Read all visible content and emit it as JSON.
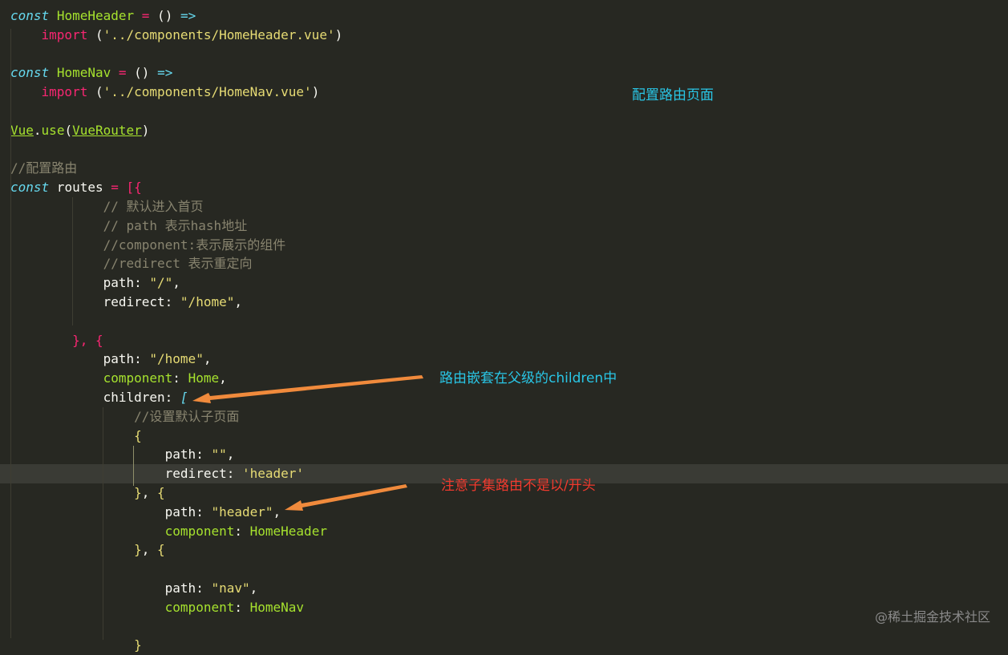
{
  "editor": {
    "lines": [
      [
        {
          "c": "kw-it",
          "t": "const"
        },
        {
          "c": "id",
          "t": " "
        },
        {
          "c": "fn",
          "t": "HomeHeader"
        },
        {
          "c": "id",
          "t": " "
        },
        {
          "c": "op",
          "t": "="
        },
        {
          "c": "id",
          "t": " () "
        },
        {
          "c": "kw-it",
          "t": "=>"
        }
      ],
      [
        {
          "c": "id",
          "t": "    "
        },
        {
          "c": "imp",
          "t": "import"
        },
        {
          "c": "id",
          "t": " ("
        },
        {
          "c": "str",
          "t": "'../components/HomeHeader.vue'"
        },
        {
          "c": "id",
          "t": ")"
        }
      ],
      [],
      [
        {
          "c": "kw-it",
          "t": "const"
        },
        {
          "c": "id",
          "t": " "
        },
        {
          "c": "fn",
          "t": "HomeNav"
        },
        {
          "c": "id",
          "t": " "
        },
        {
          "c": "op",
          "t": "="
        },
        {
          "c": "id",
          "t": " () "
        },
        {
          "c": "kw-it",
          "t": "=>"
        }
      ],
      [
        {
          "c": "id",
          "t": "    "
        },
        {
          "c": "imp",
          "t": "import"
        },
        {
          "c": "id",
          "t": " ("
        },
        {
          "c": "str",
          "t": "'../components/HomeNav.vue'"
        },
        {
          "c": "id",
          "t": ")"
        }
      ],
      [],
      [
        {
          "c": "fn ul",
          "t": "Vue"
        },
        {
          "c": "id",
          "t": "."
        },
        {
          "c": "fn",
          "t": "use"
        },
        {
          "c": "id",
          "t": "("
        },
        {
          "c": "fn ul",
          "t": "VueRouter"
        },
        {
          "c": "id",
          "t": ")"
        }
      ],
      [],
      [
        {
          "c": "cm",
          "t": "//配置路由"
        }
      ],
      [
        {
          "c": "kw-it",
          "t": "const"
        },
        {
          "c": "id",
          "t": " routes "
        },
        {
          "c": "op",
          "t": "="
        },
        {
          "c": "id",
          "t": " "
        },
        {
          "c": "op",
          "t": "[{"
        }
      ],
      [
        {
          "c": "cm",
          "t": "            // 默认进入首页"
        }
      ],
      [
        {
          "c": "cm",
          "t": "            // path 表示hash地址"
        }
      ],
      [
        {
          "c": "cm",
          "t": "            //component:表示展示的组件"
        }
      ],
      [
        {
          "c": "cm",
          "t": "            //redirect 表示重定向"
        }
      ],
      [
        {
          "c": "prop",
          "t": "            path: "
        },
        {
          "c": "str",
          "t": "\"/\""
        },
        {
          "c": "id",
          "t": ","
        }
      ],
      [
        {
          "c": "prop",
          "t": "            redirect: "
        },
        {
          "c": "str",
          "t": "\"/home\""
        },
        {
          "c": "id",
          "t": ","
        }
      ],
      [],
      [
        {
          "c": "op",
          "t": "        }, {"
        }
      ],
      [
        {
          "c": "prop",
          "t": "            path: "
        },
        {
          "c": "str",
          "t": "\"/home\""
        },
        {
          "c": "id",
          "t": ","
        }
      ],
      [
        {
          "c": "prop-g",
          "t": "            component"
        },
        {
          "c": "id",
          "t": ": "
        },
        {
          "c": "fn",
          "t": "Home"
        },
        {
          "c": "id",
          "t": ","
        }
      ],
      [
        {
          "c": "prop",
          "t": "            children: "
        },
        {
          "c": "kw-it",
          "t": "["
        }
      ],
      [
        {
          "c": "cm",
          "t": "                //设置默认子页面"
        }
      ],
      [
        {
          "c": "str",
          "t": "                {"
        }
      ],
      [
        {
          "c": "prop",
          "t": "                    path: "
        },
        {
          "c": "str",
          "t": "\"\""
        },
        {
          "c": "id",
          "t": ","
        }
      ],
      [
        {
          "c": "prop",
          "t": "                    redirect: "
        },
        {
          "c": "str",
          "t": "'header'"
        }
      ],
      [
        {
          "c": "str",
          "t": "                }"
        },
        {
          "c": "id",
          "t": ", "
        },
        {
          "c": "str",
          "t": "{"
        }
      ],
      [
        {
          "c": "prop",
          "t": "                    path: "
        },
        {
          "c": "str",
          "t": "\"header\""
        },
        {
          "c": "id",
          "t": ","
        }
      ],
      [
        {
          "c": "prop-g",
          "t": "                    component"
        },
        {
          "c": "id",
          "t": ": "
        },
        {
          "c": "fn",
          "t": "HomeHeader"
        }
      ],
      [
        {
          "c": "str",
          "t": "                }"
        },
        {
          "c": "id",
          "t": ", "
        },
        {
          "c": "str",
          "t": "{"
        }
      ],
      [],
      [
        {
          "c": "prop",
          "t": "                    path: "
        },
        {
          "c": "str",
          "t": "\"nav\""
        },
        {
          "c": "id",
          "t": ","
        }
      ],
      [
        {
          "c": "prop-g",
          "t": "                    component"
        },
        {
          "c": "id",
          "t": ": "
        },
        {
          "c": "fn",
          "t": "HomeNav"
        }
      ],
      [],
      [
        {
          "c": "str",
          "t": "                }"
        }
      ]
    ],
    "highlighted_line": 24
  },
  "annotations": {
    "route_page": "配置路由页面",
    "nested": "路由嵌套在父级的children中",
    "no_slash": "注意子集路由不是以/开头"
  },
  "colors": {
    "background": "#272822",
    "annotation_cyan": "#29c6e6",
    "annotation_red": "#f03a2e",
    "arrow": "#f08a3c"
  },
  "watermark": "@稀土掘金技术社区"
}
